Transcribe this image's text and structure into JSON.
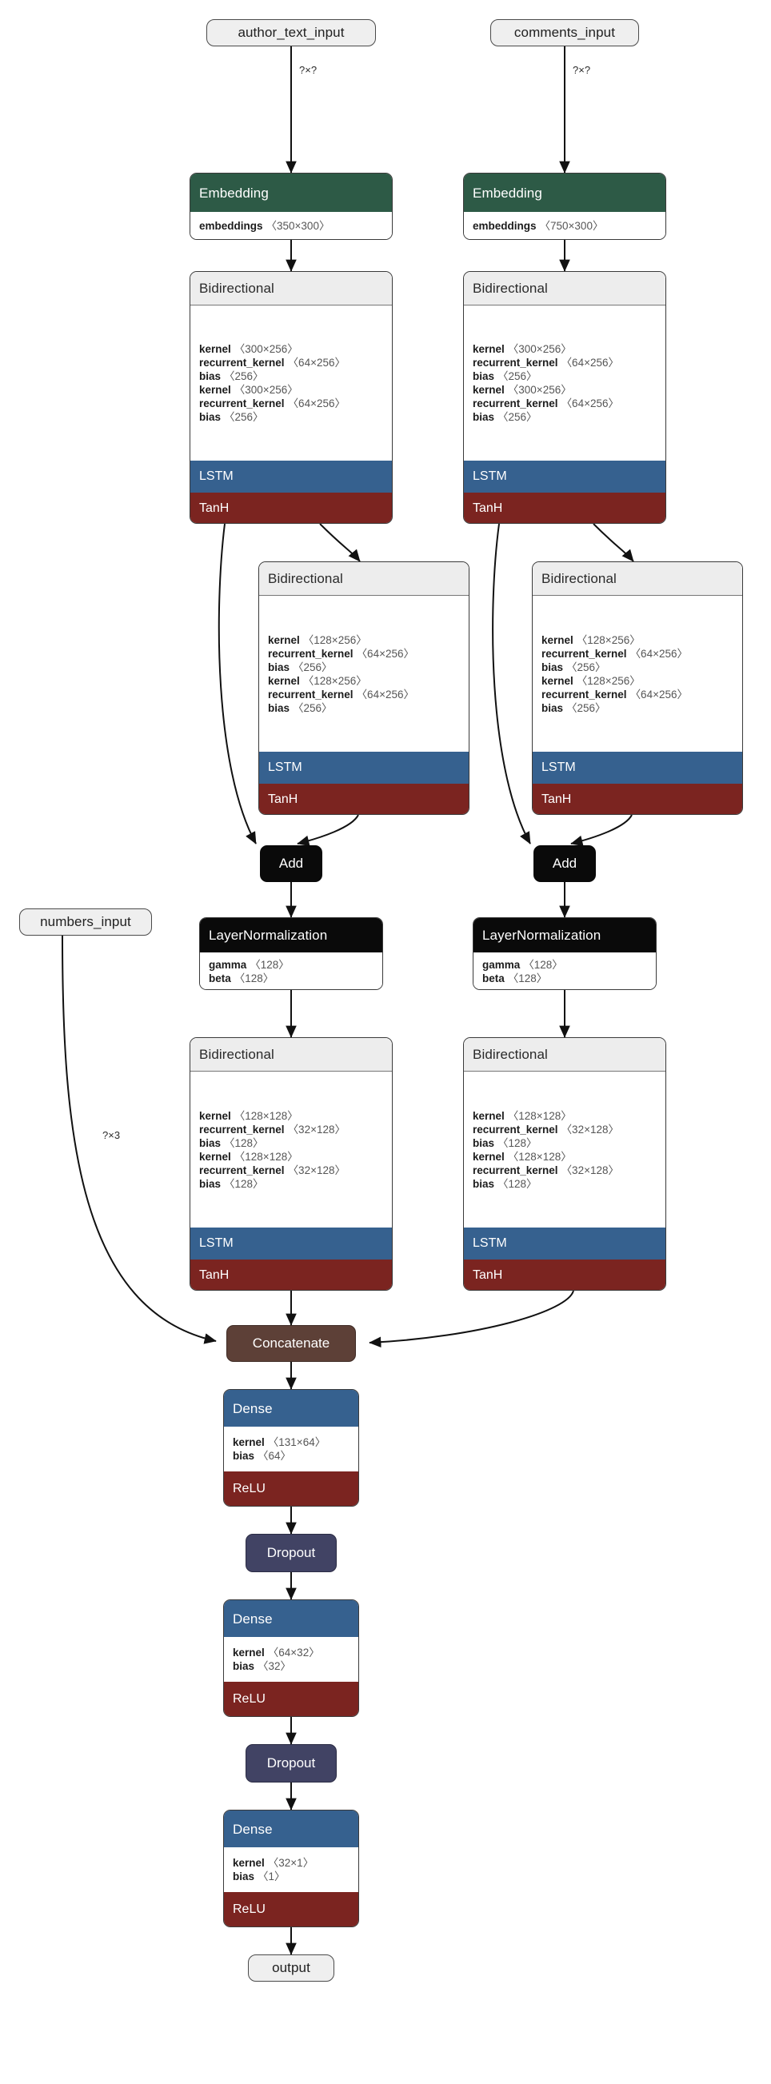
{
  "diagram": {
    "title": "Keras model architecture graph",
    "colors": {
      "embedding_header": "#2d5a46",
      "bidirectional_header": "#ededed",
      "lstm_bar": "#36618f",
      "tanh_bar": "#7b2420",
      "relu_bar": "#7b2420",
      "dense_header": "#36618f",
      "add_node": "#0a0a0a",
      "layernorm_header": "#0a0a0a",
      "concatenate_node": "#5d4037",
      "dropout_node": "#414364",
      "io_node": "#efefef",
      "edge": "#111111",
      "background": "#ffffff"
    }
  },
  "nodes": {
    "author_text_input": {
      "label": "author_text_input"
    },
    "comments_input": {
      "label": "comments_input"
    },
    "numbers_input": {
      "label": "numbers_input"
    },
    "output": {
      "label": "output"
    },
    "embedding_left": {
      "header": "Embedding",
      "params": [
        {
          "name": "embeddings",
          "shape": "〈350×300〉"
        }
      ]
    },
    "embedding_right": {
      "header": "Embedding",
      "params": [
        {
          "name": "embeddings",
          "shape": "〈750×300〉"
        }
      ]
    },
    "bidir_left_1": {
      "header": "Bidirectional",
      "params": [
        {
          "name": "kernel",
          "shape": "〈300×256〉"
        },
        {
          "name": "recurrent_kernel",
          "shape": "〈64×256〉"
        },
        {
          "name": "bias",
          "shape": "〈256〉"
        },
        {
          "name": "kernel",
          "shape": "〈300×256〉"
        },
        {
          "name": "recurrent_kernel",
          "shape": "〈64×256〉"
        },
        {
          "name": "bias",
          "shape": "〈256〉"
        }
      ],
      "cell": "LSTM",
      "activation": "TanH"
    },
    "bidir_right_1": {
      "header": "Bidirectional",
      "params": [
        {
          "name": "kernel",
          "shape": "〈300×256〉"
        },
        {
          "name": "recurrent_kernel",
          "shape": "〈64×256〉"
        },
        {
          "name": "bias",
          "shape": "〈256〉"
        },
        {
          "name": "kernel",
          "shape": "〈300×256〉"
        },
        {
          "name": "recurrent_kernel",
          "shape": "〈64×256〉"
        },
        {
          "name": "bias",
          "shape": "〈256〉"
        }
      ],
      "cell": "LSTM",
      "activation": "TanH"
    },
    "bidir_left_2": {
      "header": "Bidirectional",
      "params": [
        {
          "name": "kernel",
          "shape": "〈128×256〉"
        },
        {
          "name": "recurrent_kernel",
          "shape": "〈64×256〉"
        },
        {
          "name": "bias",
          "shape": "〈256〉"
        },
        {
          "name": "kernel",
          "shape": "〈128×256〉"
        },
        {
          "name": "recurrent_kernel",
          "shape": "〈64×256〉"
        },
        {
          "name": "bias",
          "shape": "〈256〉"
        }
      ],
      "cell": "LSTM",
      "activation": "TanH"
    },
    "bidir_right_2": {
      "header": "Bidirectional",
      "params": [
        {
          "name": "kernel",
          "shape": "〈128×256〉"
        },
        {
          "name": "recurrent_kernel",
          "shape": "〈64×256〉"
        },
        {
          "name": "bias",
          "shape": "〈256〉"
        },
        {
          "name": "kernel",
          "shape": "〈128×256〉"
        },
        {
          "name": "recurrent_kernel",
          "shape": "〈64×256〉"
        },
        {
          "name": "bias",
          "shape": "〈256〉"
        }
      ],
      "cell": "LSTM",
      "activation": "TanH"
    },
    "add_left": {
      "label": "Add"
    },
    "add_right": {
      "label": "Add"
    },
    "layernorm_left": {
      "header": "LayerNormalization",
      "params": [
        {
          "name": "gamma",
          "shape": "〈128〉"
        },
        {
          "name": "beta",
          "shape": "〈128〉"
        }
      ]
    },
    "layernorm_right": {
      "header": "LayerNormalization",
      "params": [
        {
          "name": "gamma",
          "shape": "〈128〉"
        },
        {
          "name": "beta",
          "shape": "〈128〉"
        }
      ]
    },
    "bidir_left_3": {
      "header": "Bidirectional",
      "params": [
        {
          "name": "kernel",
          "shape": "〈128×128〉"
        },
        {
          "name": "recurrent_kernel",
          "shape": "〈32×128〉"
        },
        {
          "name": "bias",
          "shape": "〈128〉"
        },
        {
          "name": "kernel",
          "shape": "〈128×128〉"
        },
        {
          "name": "recurrent_kernel",
          "shape": "〈32×128〉"
        },
        {
          "name": "bias",
          "shape": "〈128〉"
        }
      ],
      "cell": "LSTM",
      "activation": "TanH"
    },
    "bidir_right_3": {
      "header": "Bidirectional",
      "params": [
        {
          "name": "kernel",
          "shape": "〈128×128〉"
        },
        {
          "name": "recurrent_kernel",
          "shape": "〈32×128〉"
        },
        {
          "name": "bias",
          "shape": "〈128〉"
        },
        {
          "name": "kernel",
          "shape": "〈128×128〉"
        },
        {
          "name": "recurrent_kernel",
          "shape": "〈32×128〉"
        },
        {
          "name": "bias",
          "shape": "〈128〉"
        }
      ],
      "cell": "LSTM",
      "activation": "TanH"
    },
    "concatenate": {
      "label": "Concatenate"
    },
    "dense_1": {
      "header": "Dense",
      "params": [
        {
          "name": "kernel",
          "shape": "〈131×64〉"
        },
        {
          "name": "bias",
          "shape": "〈64〉"
        }
      ],
      "activation": "ReLU"
    },
    "dropout_1": {
      "label": "Dropout"
    },
    "dense_2": {
      "header": "Dense",
      "params": [
        {
          "name": "kernel",
          "shape": "〈64×32〉"
        },
        {
          "name": "bias",
          "shape": "〈32〉"
        }
      ],
      "activation": "ReLU"
    },
    "dropout_2": {
      "label": "Dropout"
    },
    "dense_3": {
      "header": "Dense",
      "params": [
        {
          "name": "kernel",
          "shape": "〈32×1〉"
        },
        {
          "name": "bias",
          "shape": "〈1〉"
        }
      ],
      "activation": "ReLU"
    }
  },
  "edge_labels": {
    "author_to_embedding": "?×?",
    "comments_to_embedding": "?×?",
    "numbers_to_concatenate": "?×3"
  }
}
